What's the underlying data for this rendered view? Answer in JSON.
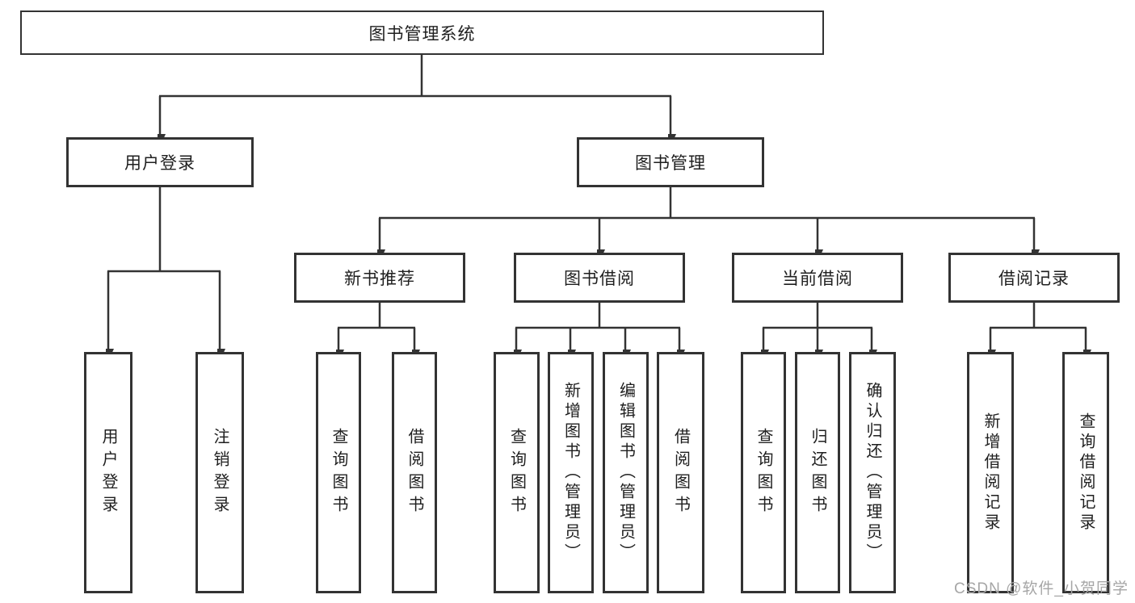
{
  "diagram_title": "图书管理系统",
  "tree": {
    "label": "图书管理系统",
    "children": [
      {
        "label": "用户登录",
        "children": [
          {
            "label": "用户登录"
          },
          {
            "label": "注销登录"
          }
        ]
      },
      {
        "label": "图书管理",
        "children": [
          {
            "label": "新书推荐",
            "children": [
              {
                "label": "查询图书"
              },
              {
                "label": "借阅图书"
              }
            ]
          },
          {
            "label": "图书借阅",
            "children": [
              {
                "label": "查询图书"
              },
              {
                "label": "新增图书（管理员）"
              },
              {
                "label": "编辑图书（管理员）"
              },
              {
                "label": "借阅图书"
              }
            ]
          },
          {
            "label": "当前借阅",
            "children": [
              {
                "label": "查询图书"
              },
              {
                "label": "归还图书"
              },
              {
                "label": "确认归还（管理员）"
              }
            ]
          },
          {
            "label": "借阅记录",
            "children": [
              {
                "label": "新增借阅记录"
              },
              {
                "label": "查询借阅记录"
              }
            ]
          }
        ]
      }
    ]
  },
  "watermark": {
    "text": "CSDN @软件_小贺同学"
  },
  "colors": {
    "line": "#333333",
    "text": "#1f1f1f",
    "background": "#ffffff",
    "watermark": "#a6a6a6"
  }
}
